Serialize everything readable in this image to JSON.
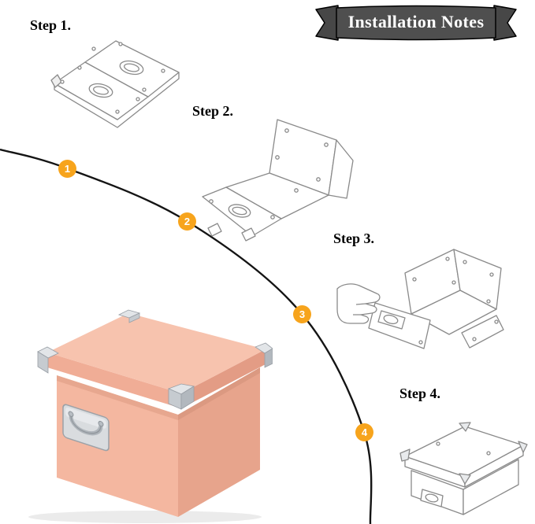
{
  "banner": {
    "title": "Installation Notes"
  },
  "steps": [
    {
      "label": "Step 1.",
      "number": "1"
    },
    {
      "label": "Step 2.",
      "number": "2"
    },
    {
      "label": "Step 3.",
      "number": "3"
    },
    {
      "label": "Step 4.",
      "number": "4"
    }
  ],
  "colors": {
    "marker_orange": "#F7A41C",
    "banner_gray": "#4F4F4F",
    "curve_black": "#141414",
    "line_art_gray": "#8A8A8A",
    "box_peach_top": "#F7C3AE",
    "box_peach_front": "#F4B7A0",
    "box_peach_side": "#E7A48C",
    "metal_silver": "#D9DCDF"
  },
  "illustrations": {
    "step1": "two-flat-panels-line-drawing",
    "step2": "half-folded-box-line-drawing",
    "step3": "hand-attaching-side-panel-line-drawing",
    "step4": "assembled-box-line-drawing",
    "product": "assembled-peach-storage-box-photo"
  }
}
